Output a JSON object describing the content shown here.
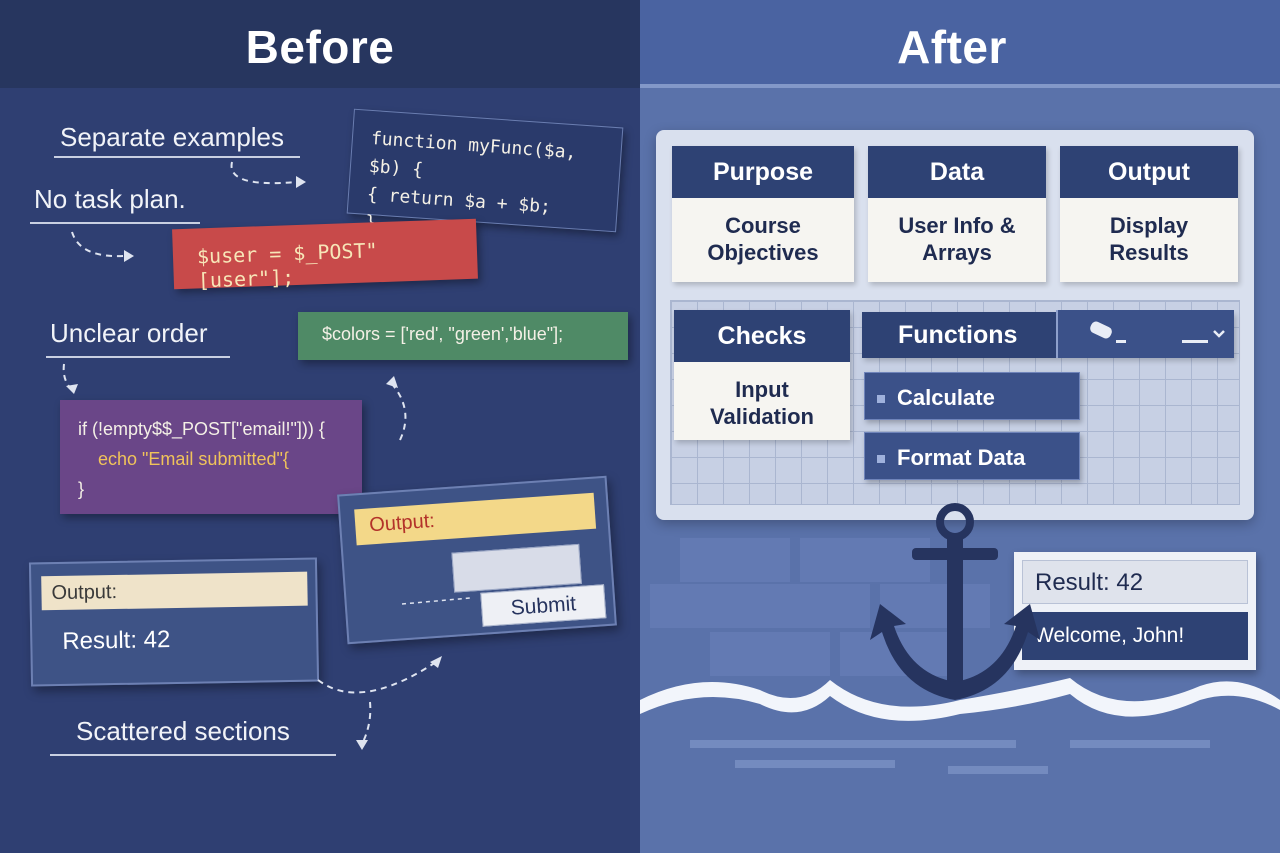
{
  "before": {
    "title": "Before",
    "notes": {
      "separate": "Separate examples",
      "no_plan": "No task plan.",
      "unclear": "Unclear order",
      "scattered": "Scattered sections"
    },
    "code": {
      "func_line1": "function myFunc($a, $b) {",
      "func_line2": "  {  return $a + $b;",
      "func_line3": "}",
      "user": "$user = $_POST\"[user\"];",
      "colors": "$colors = ['red', \"green','blue\"];",
      "if_line1": "if (!empty$$_POST[\"email!\"])) {",
      "if_line2": "echo \"Email submitted\"{",
      "if_line3": "}"
    },
    "output_left": {
      "label": "Output:",
      "result": "Result: 42"
    },
    "output_form": {
      "label": "Output:",
      "button": "Submit"
    }
  },
  "after": {
    "title": "After",
    "tiles": [
      {
        "head": "Purpose",
        "body1": "Course",
        "body2": "Objectives"
      },
      {
        "head": "Data",
        "body1": "User Info &",
        "body2": "Arrays"
      },
      {
        "head": "Output",
        "body1": "Display",
        "body2": "Results"
      },
      {
        "head": "Checks",
        "body1": "Input",
        "body2": "Validation"
      }
    ],
    "functions": {
      "head": "Functions",
      "items": [
        "Calculate",
        "Format Data"
      ]
    },
    "result_card": {
      "result": "Result:  42",
      "welcome": "Welcome, John!"
    }
  },
  "colors": {
    "before_bg": "#2f3f72",
    "after_bg": "#5a72aa",
    "navy": "#2e4274",
    "red_card": "#c84a4a",
    "green_card": "#4f8a66",
    "purple_card": "#6a4688"
  },
  "icons": [
    "anchor-icon",
    "curved-arrow-icon",
    "dropdown-chevron-icon",
    "eraser-icon"
  ]
}
